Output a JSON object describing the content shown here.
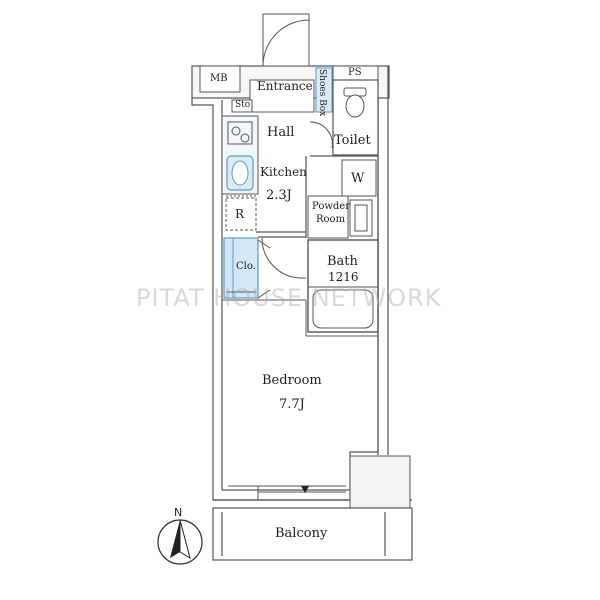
{
  "rooms": {
    "mb": "MB",
    "ps": "PS",
    "entrance": "Entrance",
    "shoes_box": "Shoes Box",
    "sto": "Sto",
    "hall": "Hall",
    "toilet": "Toilet",
    "kitchen": "Kitchen",
    "kitchen_size": "2.3J",
    "w": "W",
    "powder_room_line1": "Powder",
    "powder_room_line2": "Room",
    "r": "R",
    "clo": "Clo.",
    "bath": "Bath",
    "bath_size": "1216",
    "bedroom": "Bedroom",
    "bedroom_size": "7.7J",
    "balcony": "Balcony"
  },
  "compass": {
    "north": "N"
  },
  "watermark": "PITAT HOUSE NETWORK",
  "colors": {
    "wall": "#555555",
    "fixture_blue": "#cfe6f5",
    "fixture_blue_stroke": "#5a9ac8",
    "wall_fill": "#f4f4f4"
  }
}
